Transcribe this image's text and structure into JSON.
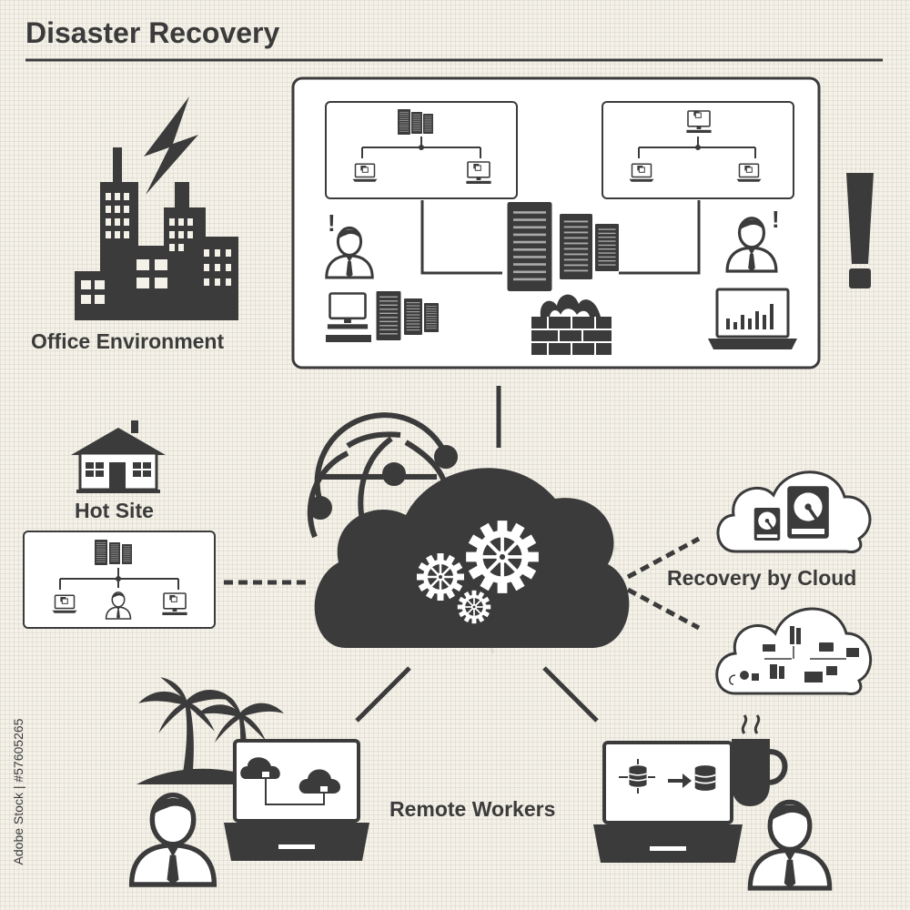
{
  "title": "Disaster Recovery",
  "labels": {
    "office": "Office Environment",
    "hot_site": "Hot Site",
    "recovery_cloud": "Recovery by Cloud",
    "remote": "Remote Workers"
  },
  "watermark": "Adobe Stock",
  "stock_id": "Adobe Stock | #57605265",
  "colors": {
    "ink": "#3b3b3b",
    "background": "#f4f1e8",
    "paper": "#ffffff"
  },
  "icons": [
    "lightning-icon",
    "skyscraper-icon",
    "house-icon",
    "server-rack-icon",
    "laptop-icon",
    "desktop-icon",
    "user-icon",
    "firewall-icon",
    "globe-icon",
    "cloud-gears-icon",
    "hard-drive-icon",
    "palm-tree-icon",
    "coffee-cup-icon",
    "database-icon",
    "exclamation-icon"
  ]
}
